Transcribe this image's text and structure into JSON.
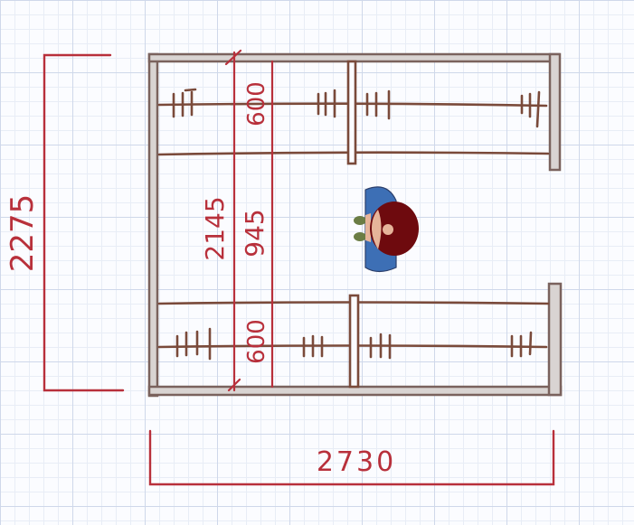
{
  "dimensions": {
    "total_height": "2275",
    "total_width": "2730",
    "inner_height": "2145",
    "top_depth": "600",
    "aisle_width": "945",
    "bottom_depth": "600"
  },
  "colors": {
    "dimension_line": "#b8303b",
    "wall": "#7a625d",
    "rail": "#7a4a3a",
    "figure_hair": "#6e0a0e",
    "figure_body": "#3d6fb5"
  },
  "figure_icon": "person-top-view"
}
